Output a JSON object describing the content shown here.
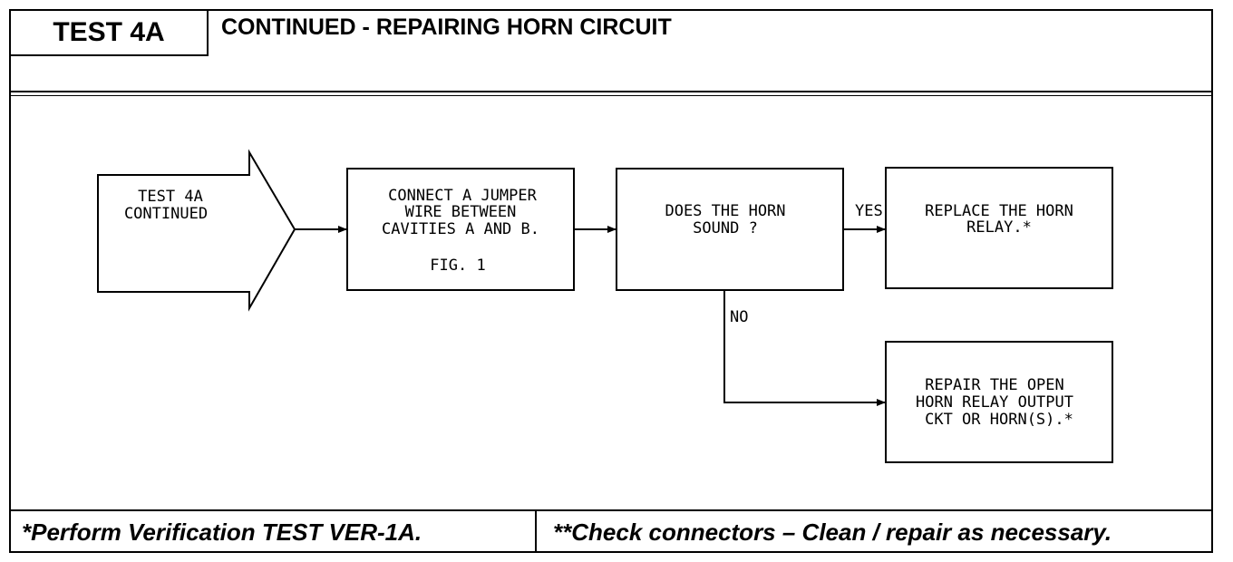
{
  "header": {
    "test_label": "TEST 4A",
    "title": "CONTINUED - REPAIRING HORN CIRCUIT"
  },
  "flowchart": {
    "start": {
      "lines": [
        "TEST 4A",
        "CONTINUED"
      ]
    },
    "step1": {
      "lines": [
        "CONNECT A JUMPER",
        "WIRE BETWEEN",
        "CAVITIES A AND B."
      ],
      "fig": "FIG. 1"
    },
    "decision": {
      "lines": [
        "DOES THE HORN",
        "SOUND ?"
      ]
    },
    "yes_label": "YES",
    "no_label": "NO",
    "yes_result": {
      "lines": [
        "REPLACE THE HORN",
        "RELAY.*"
      ]
    },
    "no_result": {
      "lines": [
        "REPAIR THE OPEN",
        "HORN RELAY OUTPUT",
        "CKT OR HORN(S).*"
      ]
    }
  },
  "footer": {
    "left": "*Perform Verification TEST VER-1A.",
    "right": "**Check connectors – Clean / repair as necessary."
  }
}
